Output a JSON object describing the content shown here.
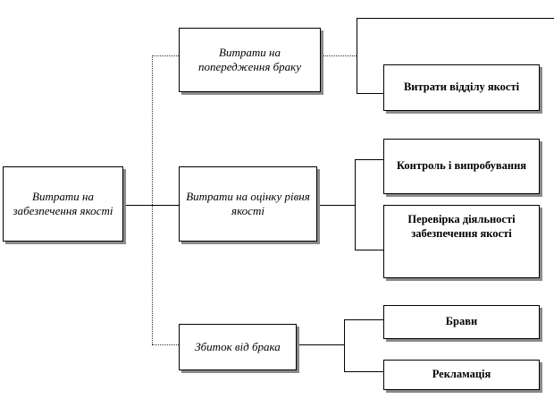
{
  "diagram": {
    "root": "Витрати на забезпечення якості",
    "branches": [
      {
        "label": "Витрати на попередження браку",
        "children": [
          "",
          "Витрати відділу якості"
        ]
      },
      {
        "label": "Витрати на оцінку рівня якості",
        "children": [
          "Контроль і випробування",
          "Перевірка діяльності забезпечення якості"
        ]
      },
      {
        "label": "Збиток від брака",
        "children": [
          "Брави",
          "Рекламація"
        ]
      }
    ]
  }
}
